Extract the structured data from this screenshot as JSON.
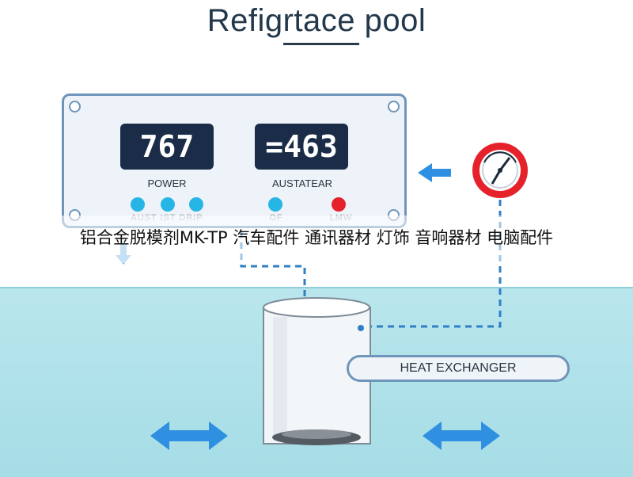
{
  "title": "Refigrtace pool",
  "panel": {
    "display_left_value": "767",
    "display_left_label": "POWER",
    "display_right_value": "=463",
    "display_right_label": "AUSTATEAR",
    "indicators_left_label": "AUST IST DRIP",
    "indicators_right_1_label": "OF",
    "indicators_right_2_label": "LMW"
  },
  "caption": "铝合金脱模剂MK-TP 汽车配件 通讯器材 灯饰 音响器材 电脑配件",
  "heat_exchanger_label": "HEAT EXCHANGER",
  "colors": {
    "display_bg": "#1a2c47",
    "indicator_blue": "#27b5e6",
    "indicator_red": "#e5222b",
    "gauge_red": "#e5222b",
    "arrow_blue": "#2f8fe0",
    "water": "#a6dde6",
    "dashed_line": "#2f7fc6"
  }
}
